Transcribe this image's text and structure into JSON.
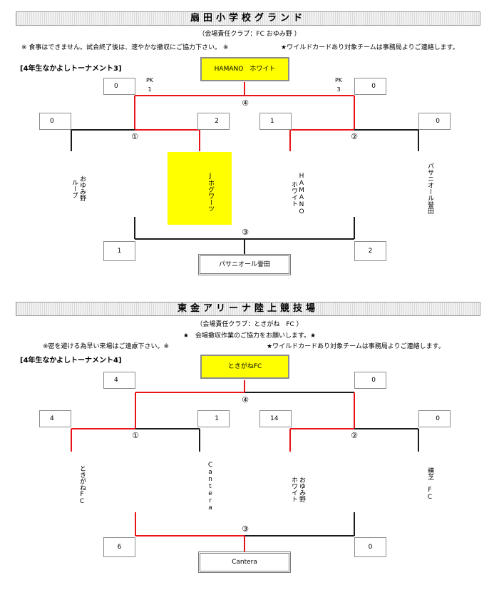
{
  "venues": [
    {
      "banner": "扇田小学校グランド",
      "responsible": "（会場責任クラブ：FC おゆみ野 ）",
      "note_left": "※ 食事はできません。試合終了後は、速やかな撤収にご協力下さい。 ※",
      "note_right": "★ワイルドカードあり対象チームは事務局よりご連絡します。",
      "bracket_title": "[4年生なかよしトーナメント3]",
      "champion": "HAMANO　ホワイト",
      "final": {
        "left_score": "0",
        "right_score": "0",
        "left_pk_label": "PK",
        "left_pk": "1",
        "right_pk_label": "PK",
        "right_pk": "3",
        "marker": "④"
      },
      "semi1": {
        "team_a_score": "0",
        "team_b_score": "2",
        "marker": "①",
        "team_a": "おゆみ野\nルーブ",
        "team_b": "Jホグワーツ"
      },
      "semi2": {
        "team_a_score": "1",
        "team_b_score": "0",
        "marker": "②",
        "team_a": "HAMANO\nホワイト",
        "team_b": "パサニオール誉田"
      },
      "third": {
        "left_score": "1",
        "right_score": "2",
        "marker": "③",
        "winner": "パサニオール誉田"
      }
    },
    {
      "banner": "東金アリーナ陸上競技場",
      "responsible": "（会場責任クラブ：ときがね　FC ）",
      "note_center": "★　会場撤収作業のご協力をお願いします。★",
      "note_left": "※密を避ける為早い来場はご遠慮下さい。※",
      "note_right": "★ワイルドカードあり対象チームは事務局よりご連絡します。",
      "bracket_title": "[4年生なかよしトーナメント4]",
      "champion": "ときがねFC",
      "final": {
        "left_score": "4",
        "right_score": "0",
        "marker": "④"
      },
      "semi1": {
        "team_a_score": "4",
        "team_b_score": "1",
        "marker": "①",
        "team_a": "ときがねFC",
        "team_b": "Cantera"
      },
      "semi2": {
        "team_a_score": "14",
        "team_b_score": "0",
        "marker": "②",
        "team_a": "おゆみ野\nホワイト",
        "team_b": "横芝　FC"
      },
      "third": {
        "left_score": "6",
        "right_score": "0",
        "marker": "③",
        "winner": "Cantera"
      }
    }
  ],
  "colors": {
    "winner_line": "#e8141a",
    "line": "#1a1a1a",
    "highlight": "#ffff00"
  }
}
